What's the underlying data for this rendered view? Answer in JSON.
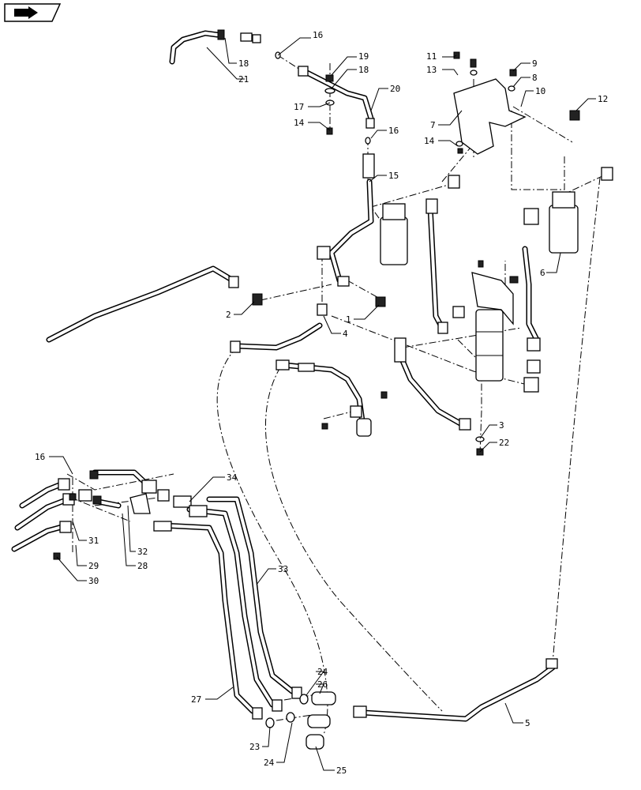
{
  "diagram": {
    "nav_icon": "arrow-icon",
    "callouts": [
      {
        "id": "c16a",
        "text": "16"
      },
      {
        "id": "c18a",
        "text": "18"
      },
      {
        "id": "c21",
        "text": "21"
      },
      {
        "id": "c19",
        "text": "19"
      },
      {
        "id": "c18b",
        "text": "18"
      },
      {
        "id": "c17",
        "text": "17"
      },
      {
        "id": "c14a",
        "text": "14"
      },
      {
        "id": "c20",
        "text": "20"
      },
      {
        "id": "c16b",
        "text": "16"
      },
      {
        "id": "c15",
        "text": "15"
      },
      {
        "id": "c11",
        "text": "11"
      },
      {
        "id": "c13",
        "text": "13"
      },
      {
        "id": "c9",
        "text": "9"
      },
      {
        "id": "c8",
        "text": "8"
      },
      {
        "id": "c10",
        "text": "10"
      },
      {
        "id": "c12",
        "text": "12"
      },
      {
        "id": "c7",
        "text": "7"
      },
      {
        "id": "c14b",
        "text": "14"
      },
      {
        "id": "c6",
        "text": "6"
      },
      {
        "id": "c2",
        "text": "2"
      },
      {
        "id": "c1",
        "text": "1"
      },
      {
        "id": "c4",
        "text": "4"
      },
      {
        "id": "c3",
        "text": "3"
      },
      {
        "id": "c22",
        "text": "22"
      },
      {
        "id": "c16c",
        "text": "16"
      },
      {
        "id": "c34",
        "text": "34"
      },
      {
        "id": "c31",
        "text": "31"
      },
      {
        "id": "c32",
        "text": "32"
      },
      {
        "id": "c28",
        "text": "28"
      },
      {
        "id": "c29",
        "text": "29"
      },
      {
        "id": "c30",
        "text": "30"
      },
      {
        "id": "c33",
        "text": "33"
      },
      {
        "id": "c24a",
        "text": "24"
      },
      {
        "id": "c26",
        "text": "26"
      },
      {
        "id": "c27",
        "text": "27"
      },
      {
        "id": "c23",
        "text": "23"
      },
      {
        "id": "c24b",
        "text": "24"
      },
      {
        "id": "c25",
        "text": "25"
      },
      {
        "id": "c5",
        "text": "5"
      }
    ]
  }
}
